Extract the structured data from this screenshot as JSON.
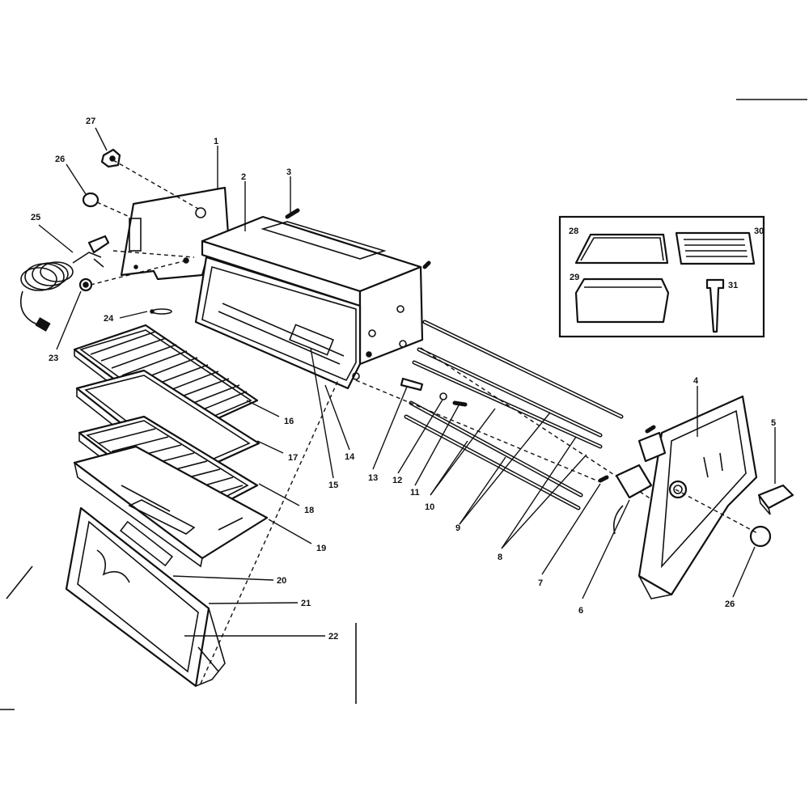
{
  "callouts": {
    "p1": "1",
    "p2": "2",
    "p3": "3",
    "p4": "4",
    "p5": "5",
    "p6": "6",
    "p7": "7",
    "p8": "8",
    "p9": "9",
    "p10": "10",
    "p11": "11",
    "p12": "12",
    "p13": "13",
    "p14": "14",
    "p15": "15",
    "p16": "16",
    "p17": "17",
    "p18": "18",
    "p19": "19",
    "p20": "20",
    "p21": "21",
    "p22": "22",
    "p23": "23",
    "p24": "24",
    "p25": "25",
    "p26a": "26",
    "p26b": "26",
    "p27": "27",
    "p28": "28",
    "p29": "29",
    "p30": "30",
    "p31": "31"
  },
  "inset_parts": [
    "28",
    "29",
    "30",
    "31"
  ],
  "colors": {
    "line": "#111111",
    "background": "#ffffff"
  }
}
